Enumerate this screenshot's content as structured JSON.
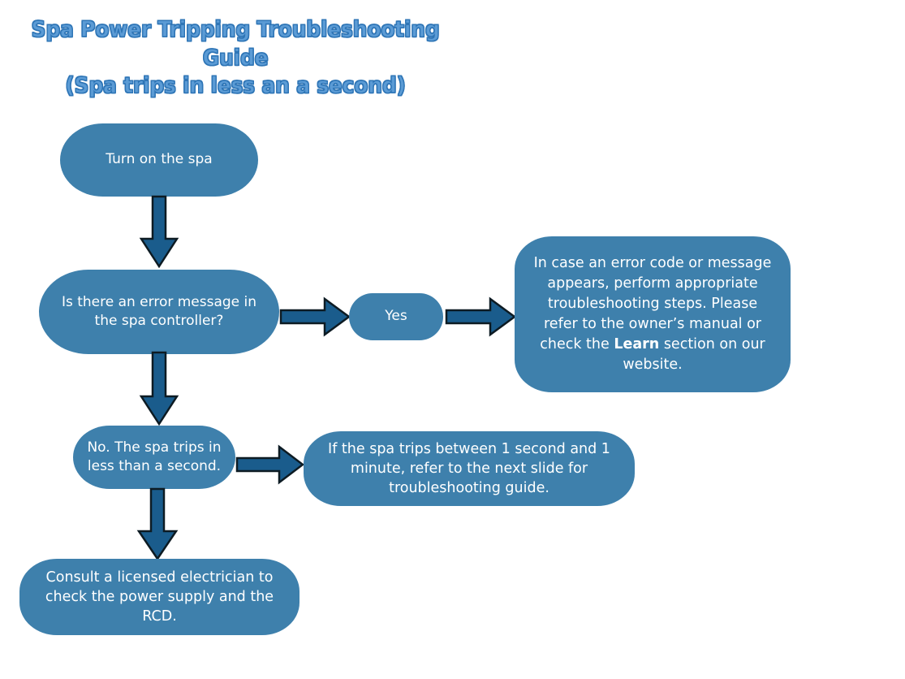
{
  "title": {
    "line1": "Spa Power Tripping Troubleshooting Guide",
    "line2": "(Spa trips in less an a second)",
    "fill_color": "#5B9BD5",
    "outline_color": "#2E75B6"
  },
  "theme": {
    "node_fill": "#3E80AC",
    "node_text_color": "#FFFFFF",
    "arrow_fill": "#1A5C8C",
    "arrow_outline": "#0D1B23",
    "background": "#FFFFFF"
  },
  "flow": {
    "nodes": [
      {
        "id": "start",
        "label": "Turn on the spa"
      },
      {
        "id": "error-question",
        "label": "Is there an error message in the spa controller?"
      },
      {
        "id": "yes",
        "label": "Yes"
      },
      {
        "id": "error-action",
        "label_part1": "In case an error code or message appears, perform appropriate troubleshooting steps. Please refer to the owner’s manual or check the ",
        "label_emphasis": "Learn",
        "label_part2": " section on our website."
      },
      {
        "id": "no-trips-fast",
        "label": "No. The spa trips in less than a second."
      },
      {
        "id": "next-slide-ref",
        "label": "If the spa trips between 1 second and 1 minute, refer to the next slide for troubleshooting guide."
      },
      {
        "id": "consult-electrician",
        "label": "Consult a licensed electrician to check the power supply and the RCD."
      }
    ],
    "connectors": [
      {
        "id": "start-to-question",
        "direction": "down"
      },
      {
        "id": "question-to-yes",
        "direction": "right"
      },
      {
        "id": "yes-to-error-action",
        "direction": "right"
      },
      {
        "id": "question-to-no",
        "direction": "down"
      },
      {
        "id": "no-to-next-slide",
        "direction": "right"
      },
      {
        "id": "no-to-electrician",
        "direction": "down"
      }
    ]
  }
}
